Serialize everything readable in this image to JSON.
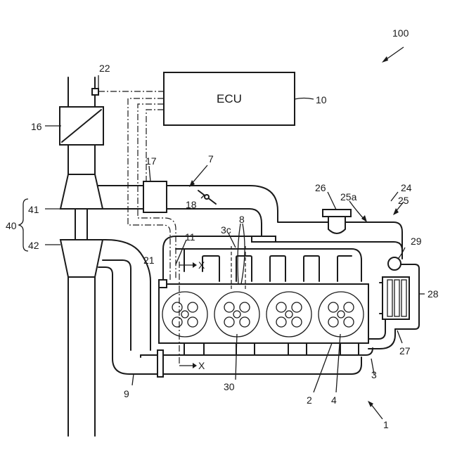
{
  "ecu_text": "ECU",
  "labels": {
    "n100": "100",
    "n10": "10",
    "n22": "22",
    "n16": "16",
    "n17": "17",
    "n7": "7",
    "n18": "18",
    "n26": "26",
    "n25a": "25a",
    "n24": "24",
    "n25": "25",
    "n41": "41",
    "n40": "40",
    "n42": "42",
    "n8": "8",
    "n3c": "3c",
    "n11": "11",
    "n21": "21",
    "x1": "X",
    "x2": "X",
    "n29": "29",
    "n28": "28",
    "n27": "27",
    "n3": "3",
    "n9": "9",
    "n30": "30",
    "n2": "2",
    "n4": "4",
    "n1": "1"
  }
}
